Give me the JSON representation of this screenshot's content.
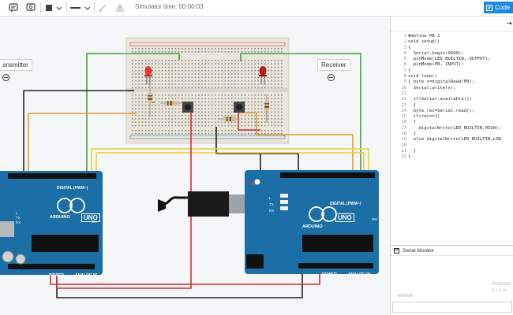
{
  "toolbar": {
    "sim_time": "Simulator time: 00:00:03",
    "code_label": "Code",
    "colors": {
      "accent": "#1e88e5"
    }
  },
  "canvas": {
    "transmitter_label": "ansmitter",
    "receiver_label": "Receiver",
    "boards": {
      "brand": "ARDUINO",
      "model": "UNO",
      "digital_label": "DIGITAL (PWM~)",
      "power_label": "POWER",
      "analog_label": "ANALOG IN",
      "tx_label": "TX",
      "rx_label": "RX",
      "l_label": "L",
      "on_label": "ON"
    },
    "colors": {
      "board": "#1b6fa6",
      "breadboard": "#e9e4da",
      "wire_red": "#d32f2f",
      "wire_green": "#43a047",
      "wire_orange": "#e39b2a",
      "wire_black": "#222222",
      "wire_yellow": "#e6d22c"
    }
  },
  "code_panel": {
    "lines": [
      "#define PB 2",
      "void setup()",
      "{",
      "  Serial.begin(9600);",
      "  pinMode(LED_BUILTIN, OUTPUT);",
      "  pinMode(PB, INPUT);",
      "}",
      "void loop()",
      "{ byte x=digitalRead(PB);",
      "  Serial.write(x);",
      "",
      "  if(Serial.available())",
      "  {",
      "  byte rec=Serial.read();",
      "  if(rec==1)",
      "  {",
      "    digitalWrite(LED_BUILTIN,HIGH);",
      "  }",
      "  else digitalWrite(LED_BUILTIN,LOW",
      "",
      "  }",
      "}"
    ],
    "line_numbers": [
      "1",
      "2",
      "3",
      "4",
      "5",
      "6",
      "7",
      "8",
      "9",
      "10",
      "11",
      "12",
      "13",
      "14",
      "15",
      "16",
      "17",
      "18",
      "19",
      "20",
      "21",
      "22"
    ],
    "serial_monitor_label": "Serial Monitor",
    "watermark_line1": "Activate",
    "watermark_line2": "Go to Se"
  }
}
